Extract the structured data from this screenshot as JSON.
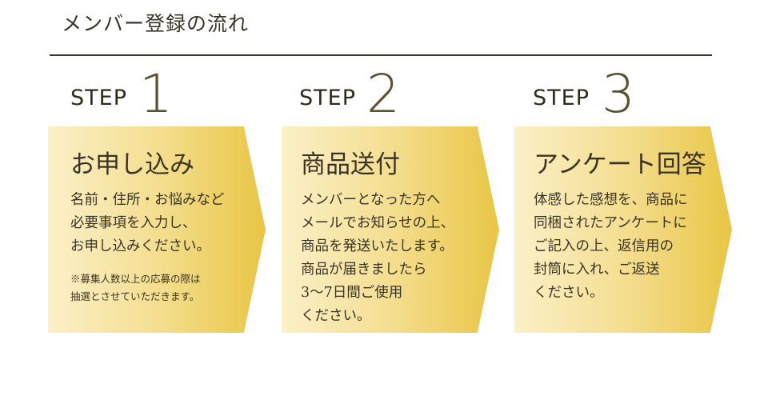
{
  "page": {
    "title": "メンバー登録の流れ"
  },
  "steps": [
    {
      "label": "STEP",
      "number": "1",
      "title": "お申し込み",
      "lines": [
        "名前・住所・お悩みなど",
        "必要事項を入力し、",
        "お申し込みください。"
      ],
      "note_lines": [
        "※募集人数以上の応募の際は",
        "抽選とさせていただきます。"
      ]
    },
    {
      "label": "STEP",
      "number": "2",
      "title": "商品送付",
      "lines": [
        "メンバーとなった方へ",
        "メールでお知らせの上、",
        "商品を発送いたします。",
        "商品が届きましたら",
        "3〜7日間ご使用",
        "ください。"
      ]
    },
    {
      "label": "STEP",
      "number": "3",
      "title": "アンケート回答",
      "lines": [
        "体感した感想を、商品に",
        "同梱されたアンケートに",
        "ご記入の上、返信用の",
        "封筒に入れ、ご返送",
        "ください。"
      ]
    }
  ],
  "colors": {
    "text": "#3a3426",
    "gradient_start": "#fbf0c8",
    "gradient_end": "#e9c544"
  }
}
